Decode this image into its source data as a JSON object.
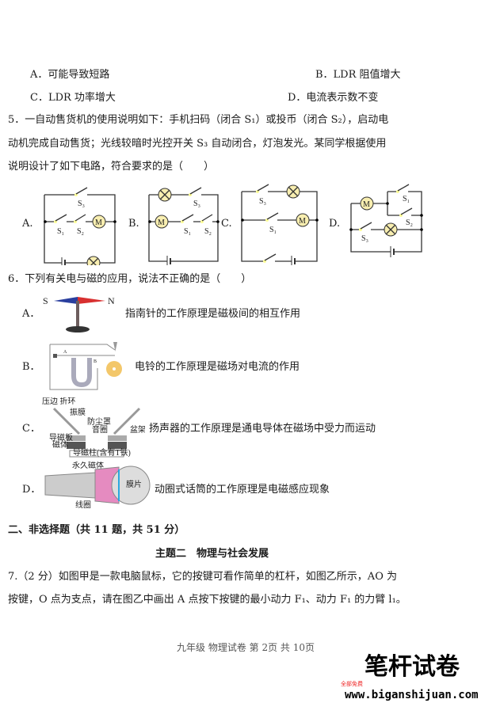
{
  "q4_options": {
    "a": "A．可能导致短路",
    "b": "B．LDR  阻值增大",
    "c": "C．LDR  功率增大",
    "d": "D．电流表示数不变"
  },
  "q5": {
    "line1": "5．一自动售货机的使用说明如下：手机扫码（闭合 S₁）或投币（闭合 S₂），启动电",
    "line2": "动机完成自动售货；光线较暗时光控开关 S₃ 自动闭合，灯泡发光。某同学根据使用",
    "line3": "说明设计了如下电路，符合要求的是（　　）",
    "options": [
      "A.",
      "B.",
      "C.",
      "D."
    ],
    "labels": {
      "s1": "S₁",
      "s2": "S₂",
      "s3": "S₃",
      "motor": "M"
    }
  },
  "q6": {
    "stem": "6．下列有关电与磁的应用，说法不正确的是（　　）",
    "options": [
      {
        "label": "A．",
        "text": "指南针的工作原理是磁极间的相互作用",
        "figure_labels": [
          "S",
          "N"
        ]
      },
      {
        "label": "B．",
        "text": "电铃的工作原理是磁场对电流的作用",
        "figure_labels": [
          "A",
          "B"
        ]
      },
      {
        "label": "C．",
        "text": "扬声器的工作原理是通电导体在磁场中受力而运动",
        "figure_labels": [
          "压边 折环",
          "振膜",
          "防尘罩",
          "音圈",
          "盆架",
          "导磁板",
          "磁体",
          "导磁柱(含有T铁)"
        ]
      },
      {
        "label": "D．",
        "text": "动圈式话筒的工作原理是电磁感应现象",
        "figure_labels": [
          "永久磁体",
          "膜片",
          "线圈"
        ]
      }
    ]
  },
  "section2": {
    "heading": "二、非选择题（共 11 题，共 51 分）",
    "theme": "主题二　物理与社会发展"
  },
  "q7": {
    "line1": "7.（2 分）如图甲是一款电脑鼠标，它的按键可看作简单的杠杆，如图乙所示，AO 为",
    "line2": "按键，O 点为支点，请在图乙中画出 A 点按下按键的最小动力 F₁、动力 F₁ 的力臂 l₁。"
  },
  "footer": "九年级  物理试卷  第 2页  共 10页",
  "watermark": {
    "title": "笔杆试卷",
    "url": "www.biganshijuan.com",
    "tag": "全部免费"
  },
  "colors": {
    "lamp_fill": "#f8eeb0",
    "needle_n": "#d83030",
    "needle_s": "#2a3f9e",
    "mic_pink": "#e58bc0",
    "mic_blue": "#2aa7e0"
  }
}
